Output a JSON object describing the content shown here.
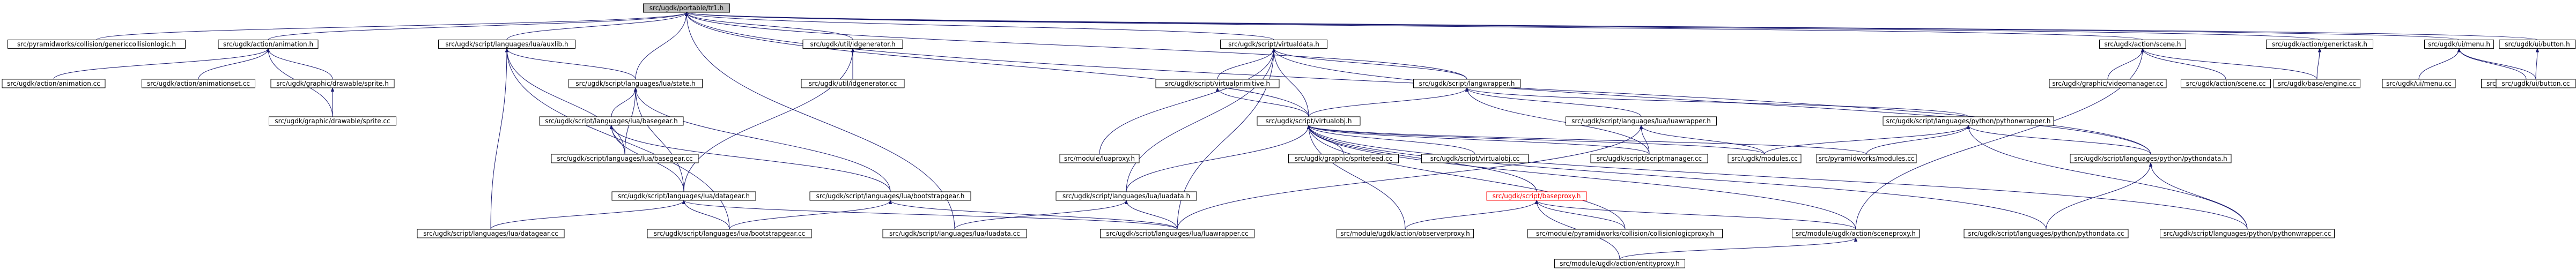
{
  "root": "src/ugdk/portable/tr1.h",
  "nodes": [
    {
      "id": "root",
      "label": "src/ugdk/portable/tr1.h",
      "style": "root"
    },
    {
      "id": "gcl",
      "label": "src/pyramidworks/collision/genericcollisionlogic.h"
    },
    {
      "id": "anim_h",
      "label": "src/ugdk/action/animation.h"
    },
    {
      "id": "audio_h",
      "label": "src/ugdk/script/languages/lua/auxlib.h"
    },
    {
      "id": "idgen_h",
      "label": "src/ugdk/util/idgenerator.h"
    },
    {
      "id": "vdata_h",
      "label": "src/ugdk/script/virtualdata.h"
    },
    {
      "id": "scene_h",
      "label": "src/ugdk/action/scene.h"
    },
    {
      "id": "gtask_h",
      "label": "src/ugdk/action/generictask.h"
    },
    {
      "id": "uimenu_h",
      "label": "src/ugdk/ui/menu.h"
    },
    {
      "id": "uibtn_h",
      "label": "src/ugdk/ui/button.h"
    },
    {
      "id": "anim_cc",
      "label": "src/ugdk/action/animation.cc"
    },
    {
      "id": "animset_cc",
      "label": "src/ugdk/action/animationset.cc"
    },
    {
      "id": "drawsprite_h",
      "label": "src/ugdk/graphic/drawable/sprite.h"
    },
    {
      "id": "luastate_h",
      "label": "src/ugdk/script/languages/lua/state.h"
    },
    {
      "id": "idgen_cc",
      "label": "src/ugdk/util/idgenerator.cc"
    },
    {
      "id": "vprim_h",
      "label": "src/ugdk/script/virtualprimitive.h"
    },
    {
      "id": "langwrap_h",
      "label": "src/ugdk/script/langwrapper.h"
    },
    {
      "id": "videomgr_cc",
      "label": "src/ugdk/graphic/videomanager.cc"
    },
    {
      "id": "scene_cc",
      "label": "src/ugdk/action/scene.cc"
    },
    {
      "id": "baseengine_cc",
      "label": "src/ugdk/base/engine.cc"
    },
    {
      "id": "uimenu_cc",
      "label": "src/ugdk/ui/menu.cc"
    },
    {
      "id": "uielem_cc",
      "label": "src/ugdk/ui/uielement.cc"
    },
    {
      "id": "uibtn_cc",
      "label": "src/ugdk/ui/button.cc"
    },
    {
      "id": "drawsprite_cc",
      "label": "src/ugdk/graphic/drawable/sprite.cc"
    },
    {
      "id": "vobj_h",
      "label": "src/ugdk/script/virtualobj.h"
    },
    {
      "id": "luawrap_h",
      "label": "src/ugdk/script/languages/lua/luawrapper.h"
    },
    {
      "id": "pywrap_h",
      "label": "src/ugdk/script/languages/python/pythonwrapper.h"
    },
    {
      "id": "basegear_h",
      "label": "src/ugdk/script/languages/lua/basegear.h"
    },
    {
      "id": "basegear_cc",
      "label": "src/ugdk/script/languages/lua/basegear.cc"
    },
    {
      "id": "luaproxy_h",
      "label": "src/module/luaproxy.h"
    },
    {
      "id": "spritefeed_cc",
      "label": "src/ugdk/graphic/spritefeed.cc"
    },
    {
      "id": "vobj_cc",
      "label": "src/ugdk/script/virtualobj.cc"
    },
    {
      "id": "scriptmgr_cc",
      "label": "src/ugdk/script/scriptmanager.cc"
    },
    {
      "id": "modules_cc",
      "label": "src/ugdk/modules.cc"
    },
    {
      "id": "pwmodules_cc",
      "label": "src/pyramidworks/modules.cc"
    },
    {
      "id": "pydata_h",
      "label": "src/ugdk/script/languages/python/pythondata.h"
    },
    {
      "id": "datagear_h",
      "label": "src/ugdk/script/languages/lua/datagear.h"
    },
    {
      "id": "bootgear_h",
      "label": "src/ugdk/script/languages/lua/bootstrapgear.h"
    },
    {
      "id": "luadata_h",
      "label": "src/ugdk/script/languages/lua/luadata.h"
    },
    {
      "id": "baseproxy_h",
      "label": "src/ugdk/script/baseproxy.h",
      "style": "red"
    },
    {
      "id": "datagear_cc",
      "label": "src/ugdk/script/languages/lua/datagear.cc"
    },
    {
      "id": "bootgear_cc",
      "label": "src/ugdk/script/languages/lua/bootstrapgear.cc"
    },
    {
      "id": "luadata_cc",
      "label": "src/ugdk/script/languages/lua/luadata.cc"
    },
    {
      "id": "luawrap_cc",
      "label": "src/ugdk/script/languages/lua/luawrapper.cc"
    },
    {
      "id": "obsproxy_h",
      "label": "src/module/ugdk/action/observerproxy.h"
    },
    {
      "id": "clproxy_h",
      "label": "src/module/pyramidworks/collision/collisionlogicproxy.h"
    },
    {
      "id": "sceneproxy_h",
      "label": "src/module/ugdk/action/sceneproxy.h"
    },
    {
      "id": "pydata_cc",
      "label": "src/ugdk/script/languages/python/pythondata.cc"
    },
    {
      "id": "pywrap_cc",
      "label": "src/ugdk/script/languages/python/pythonwrapper.cc"
    },
    {
      "id": "entproxy_h",
      "label": "src/module/ugdk/action/entityproxy.h"
    }
  ],
  "edges": [
    [
      "root",
      "gcl"
    ],
    [
      "root",
      "anim_h"
    ],
    [
      "root",
      "audio_h"
    ],
    [
      "root",
      "idgen_h"
    ],
    [
      "root",
      "vdata_h"
    ],
    [
      "root",
      "scene_h"
    ],
    [
      "root",
      "gtask_h"
    ],
    [
      "root",
      "uimenu_h"
    ],
    [
      "root",
      "uibtn_h"
    ],
    [
      "root",
      "luastate_h"
    ],
    [
      "root",
      "langwrap_h"
    ],
    [
      "root",
      "vobj_h"
    ],
    [
      "root",
      "luadata_cc"
    ],
    [
      "root",
      "pydata_h"
    ],
    [
      "anim_h",
      "anim_cc"
    ],
    [
      "anim_h",
      "animset_cc"
    ],
    [
      "anim_h",
      "drawsprite_h"
    ],
    [
      "anim_h",
      "drawsprite_cc"
    ],
    [
      "drawsprite_h",
      "drawsprite_cc"
    ],
    [
      "audio_h",
      "luastate_h"
    ],
    [
      "audio_h",
      "basegear_cc"
    ],
    [
      "audio_h",
      "datagear_cc"
    ],
    [
      "audio_h",
      "bootgear_cc"
    ],
    [
      "idgen_h",
      "idgen_cc"
    ],
    [
      "idgen_h",
      "datagear_h"
    ],
    [
      "vdata_h",
      "vprim_h"
    ],
    [
      "vdata_h",
      "langwrap_h"
    ],
    [
      "vdata_h",
      "vobj_h"
    ],
    [
      "vdata_h",
      "luaproxy_h"
    ],
    [
      "vdata_h",
      "luadata_h"
    ],
    [
      "vdata_h",
      "luawrap_cc"
    ],
    [
      "vdata_h",
      "pydata_h"
    ],
    [
      "scene_h",
      "videomgr_cc"
    ],
    [
      "scene_h",
      "scene_cc"
    ],
    [
      "scene_h",
      "baseengine_cc"
    ],
    [
      "scene_h",
      "sceneproxy_h"
    ],
    [
      "gtask_h",
      "baseengine_cc"
    ],
    [
      "uimenu_h",
      "uimenu_cc"
    ],
    [
      "uimenu_h",
      "uielem_cc"
    ],
    [
      "uimenu_h",
      "uibtn_cc"
    ],
    [
      "uibtn_h",
      "uibtn_cc"
    ],
    [
      "luastate_h",
      "basegear_h"
    ],
    [
      "luastate_h",
      "basegear_cc"
    ],
    [
      "luastate_h",
      "bootgear_h"
    ],
    [
      "luastate_h",
      "datagear_h"
    ],
    [
      "vprim_h",
      "vobj_h"
    ],
    [
      "langwrap_h",
      "vobj_h"
    ],
    [
      "langwrap_h",
      "luawrap_h"
    ],
    [
      "langwrap_h",
      "pywrap_h"
    ],
    [
      "langwrap_h",
      "scriptmgr_cc"
    ],
    [
      "vobj_h",
      "spritefeed_cc"
    ],
    [
      "vobj_h",
      "vobj_cc"
    ],
    [
      "vobj_h",
      "scriptmgr_cc"
    ],
    [
      "vobj_h",
      "modules_cc"
    ],
    [
      "vobj_h",
      "pwmodules_cc"
    ],
    [
      "vobj_h",
      "baseproxy_h"
    ],
    [
      "vobj_h",
      "luadata_h"
    ],
    [
      "vobj_h",
      "obsproxy_h"
    ],
    [
      "vobj_h",
      "clproxy_h"
    ],
    [
      "vobj_h",
      "sceneproxy_h"
    ],
    [
      "vobj_h",
      "pydata_cc"
    ],
    [
      "vobj_h",
      "pywrap_cc"
    ],
    [
      "luawrap_h",
      "scriptmgr_cc"
    ],
    [
      "luawrap_h",
      "modules_cc"
    ],
    [
      "luawrap_h",
      "luawrap_cc"
    ],
    [
      "pywrap_h",
      "modules_cc"
    ],
    [
      "pywrap_h",
      "pwmodules_cc"
    ],
    [
      "pywrap_h",
      "pydata_h"
    ],
    [
      "pywrap_h",
      "pywrap_cc"
    ],
    [
      "basegear_h",
      "basegear_cc"
    ],
    [
      "basegear_h",
      "datagear_h"
    ],
    [
      "basegear_h",
      "bootgear_h"
    ],
    [
      "datagear_h",
      "datagear_cc"
    ],
    [
      "datagear_h",
      "bootgear_cc"
    ],
    [
      "datagear_h",
      "luawrap_cc"
    ],
    [
      "bootgear_h",
      "bootgear_cc"
    ],
    [
      "bootgear_h",
      "luawrap_cc"
    ],
    [
      "luadata_h",
      "luadata_cc"
    ],
    [
      "luadata_h",
      "luawrap_cc"
    ],
    [
      "baseproxy_h",
      "obsproxy_h"
    ],
    [
      "baseproxy_h",
      "clproxy_h"
    ],
    [
      "baseproxy_h",
      "sceneproxy_h"
    ],
    [
      "baseproxy_h",
      "entproxy_h"
    ],
    [
      "sceneproxy_h",
      "entproxy_h"
    ],
    [
      "pydata_h",
      "pydata_cc"
    ],
    [
      "pydata_h",
      "pywrap_cc"
    ]
  ]
}
